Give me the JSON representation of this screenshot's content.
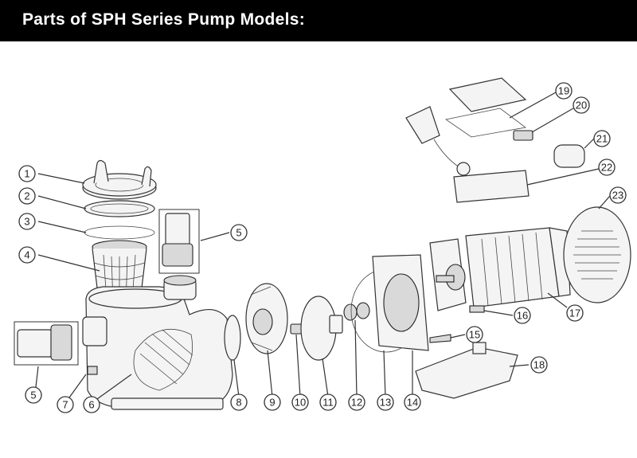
{
  "header": {
    "title": "Parts of SPH Series Pump Models:"
  },
  "callouts": [
    {
      "id": "c1",
      "label": "1"
    },
    {
      "id": "c2",
      "label": "2"
    },
    {
      "id": "c3",
      "label": "3"
    },
    {
      "id": "c4",
      "label": "4"
    },
    {
      "id": "c5a",
      "label": "5"
    },
    {
      "id": "c5b",
      "label": "5"
    },
    {
      "id": "c6",
      "label": "6"
    },
    {
      "id": "c7",
      "label": "7"
    },
    {
      "id": "c8",
      "label": "8"
    },
    {
      "id": "c9",
      "label": "9"
    },
    {
      "id": "c10",
      "label": "10"
    },
    {
      "id": "c11",
      "label": "11"
    },
    {
      "id": "c12",
      "label": "12"
    },
    {
      "id": "c13",
      "label": "13"
    },
    {
      "id": "c14",
      "label": "14"
    },
    {
      "id": "c15",
      "label": "15"
    },
    {
      "id": "c16",
      "label": "16"
    },
    {
      "id": "c17",
      "label": "17"
    },
    {
      "id": "c18",
      "label": "18"
    },
    {
      "id": "c19",
      "label": "19"
    },
    {
      "id": "c20",
      "label": "20"
    },
    {
      "id": "c21",
      "label": "21"
    },
    {
      "id": "c22",
      "label": "22"
    },
    {
      "id": "c23",
      "label": "23"
    }
  ]
}
